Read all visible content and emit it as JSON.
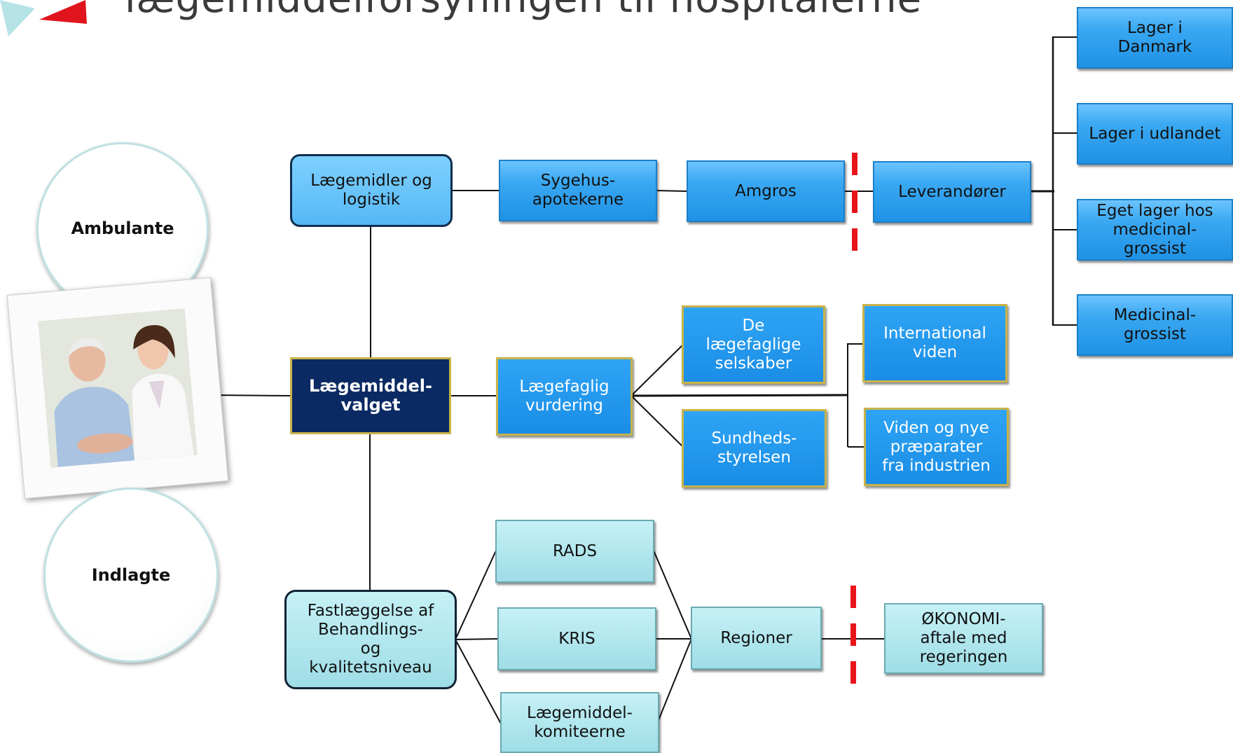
{
  "title": "lægemiddelforsyningen til hospitalerne",
  "accent_colors": {
    "blue": "#1f92e6",
    "navy": "#0b2a63",
    "teal": "#9fdde6",
    "dash_red": "#e8141c"
  },
  "circles": {
    "top": "Ambulante",
    "bottom": "Indlagte"
  },
  "photo_icon": "doctor-patient-photo",
  "nodes": {
    "laegemidler": "Lægemidler og\nlogistik",
    "sygehus": "Sygehus-\napotekerne",
    "amgros": "Amgros",
    "leverandorer": "Leverandører",
    "lager_dk": "Lager i\nDanmark",
    "lager_udland": "Lager i udlandet",
    "eget_lager": "Eget lager hos\nmedicinal-\ngrossist",
    "medicinalgrossist": "Medicinal-\ngrossist",
    "valget": "Lægemiddel-\nvalget",
    "laegefaglig": "Lægefaglig\nvurdering",
    "selskaber": "De\nlægefaglige\nselskaber",
    "sundhed": "Sundheds-\nstyrelsen",
    "international": "International\nviden",
    "viden": "Viden og nye\npræparater\nfra industrien",
    "fastlaeggelse": "Fastlæggelse af\nBehandlings-\nog\nkvalitetsniveau",
    "rads": "RADS",
    "kris": "KRIS",
    "komiteerne": "Lægemiddel-\nkomiteerne",
    "regioner": "Regioner",
    "okonomi": "ØKONOMI-\naftale med\nregeringen"
  }
}
